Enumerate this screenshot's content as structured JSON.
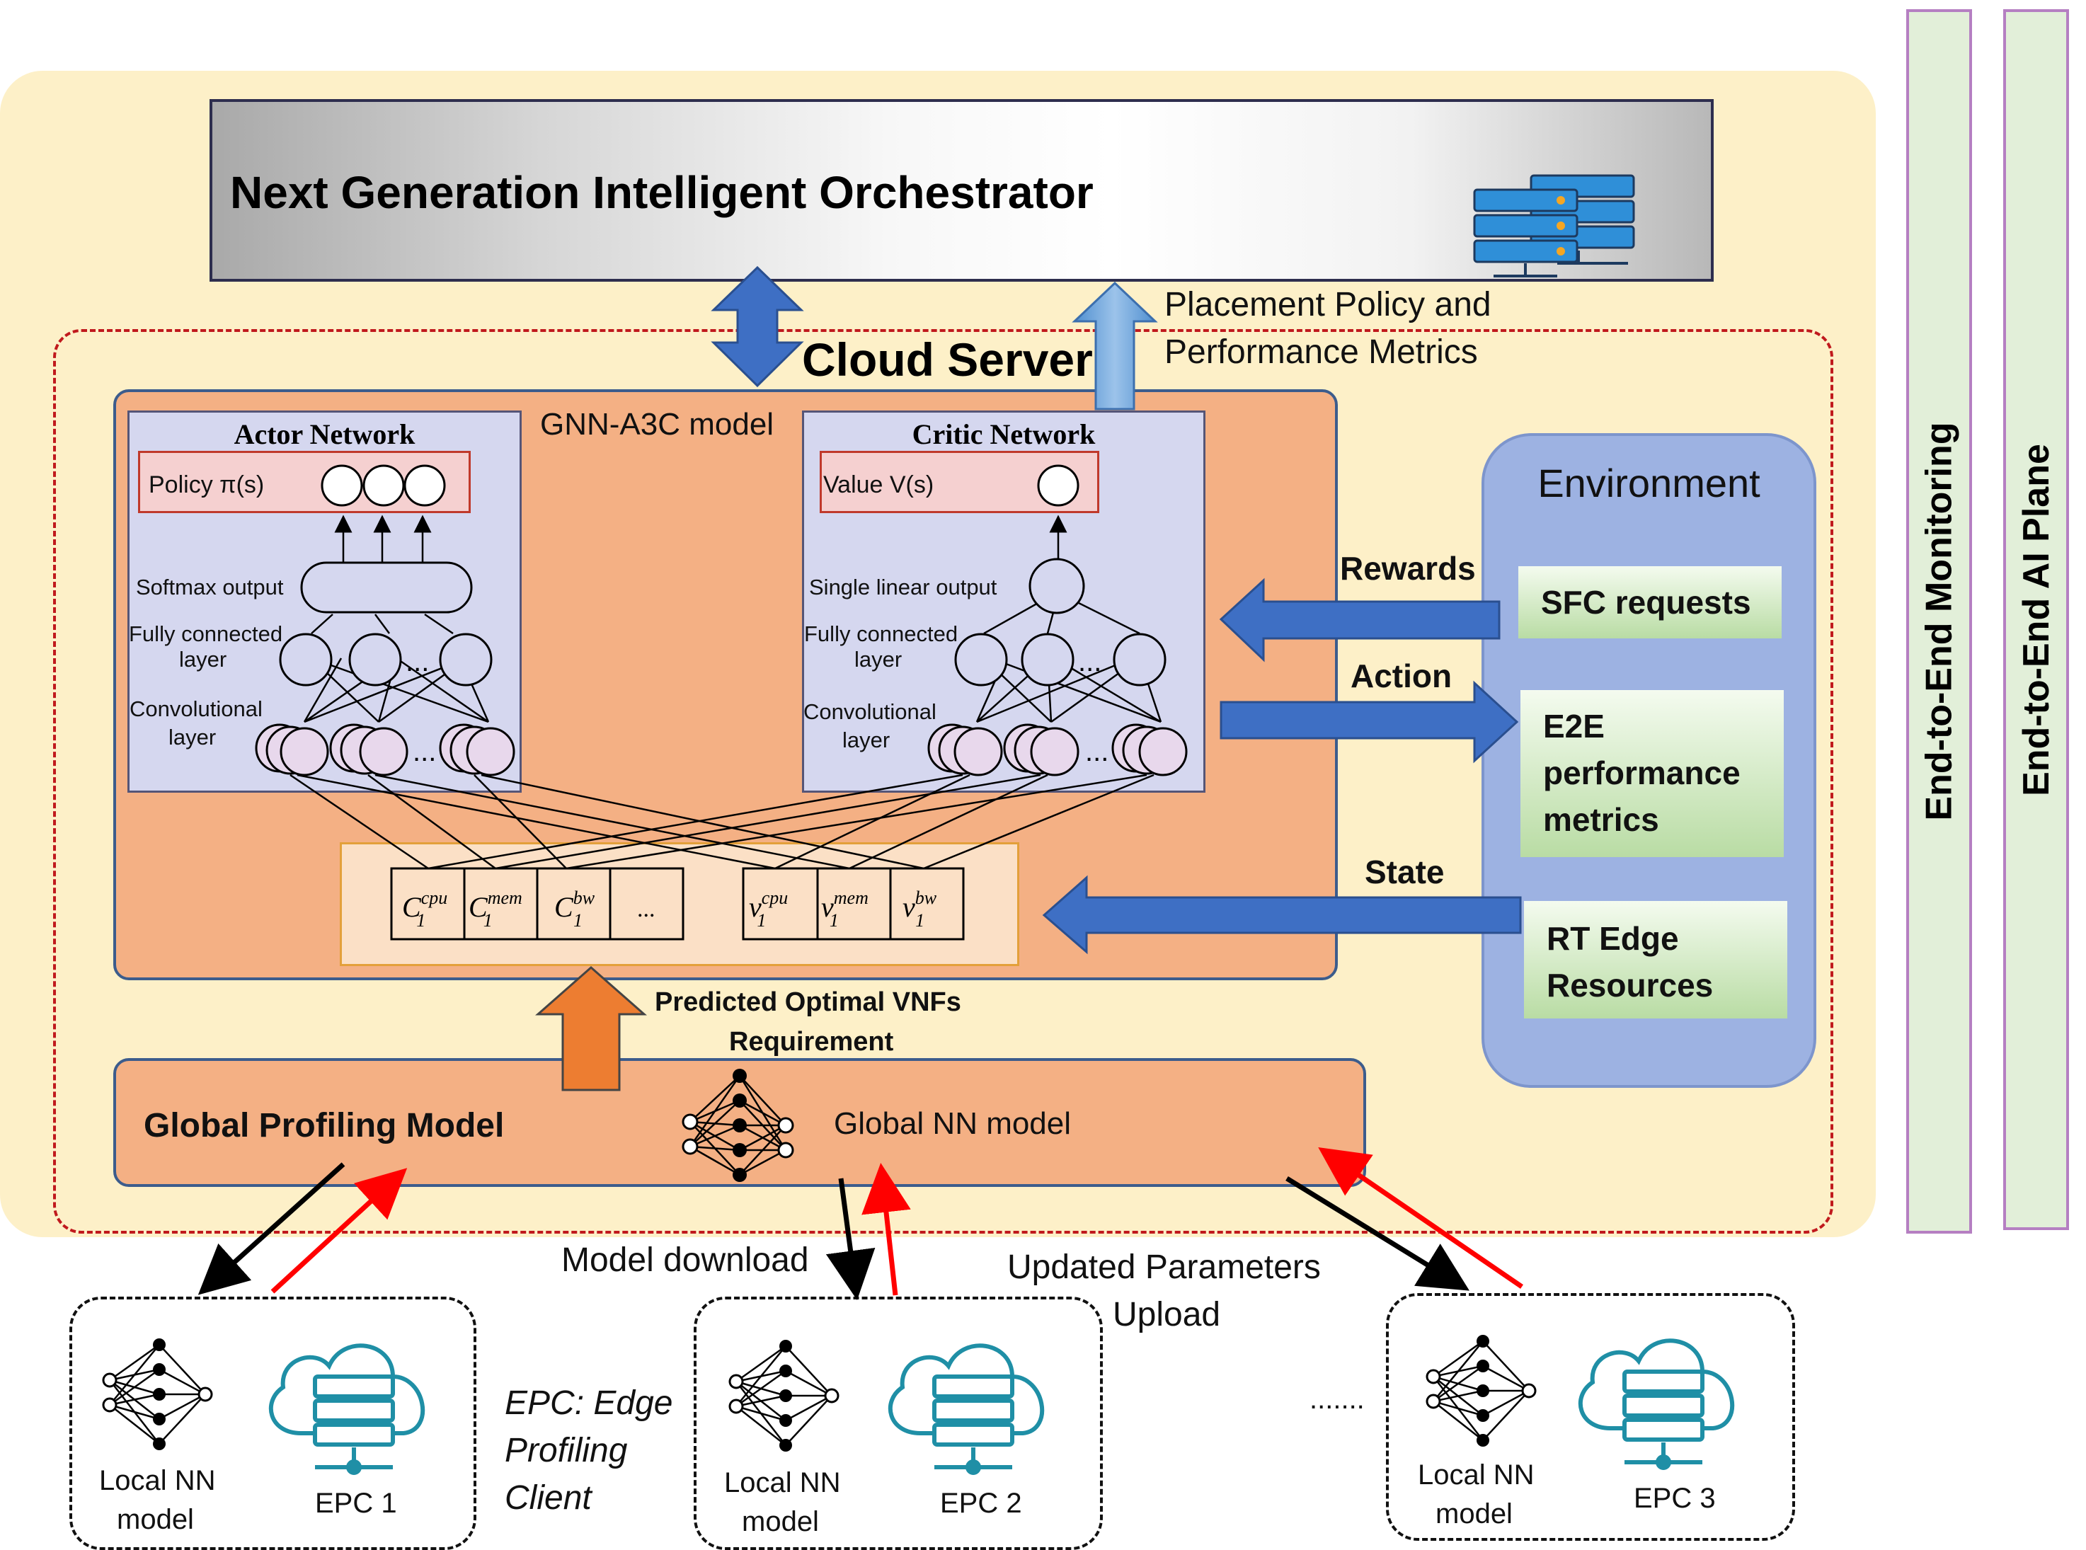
{
  "orchestrator": {
    "title": "Next Generation Intelligent Orchestrator"
  },
  "cloud_server": {
    "title": "Cloud Server"
  },
  "placement": {
    "line1": "Placement Policy and",
    "line2": "Performance Metrics"
  },
  "gnn_model": {
    "label": "GNN-A3C model",
    "actor": {
      "title": "Actor Network",
      "policy": "Policy π(s)",
      "softmax": "Softmax output",
      "fc_line1": "Fully connected",
      "fc_line2": "layer",
      "conv_line1": "Convolutional",
      "conv_line2": "layer"
    },
    "critic": {
      "title": "Critic Network",
      "value": "Value V(s)",
      "linear": "Single linear output",
      "fc_line1": "Fully connected",
      "fc_line2": "layer",
      "conv_line1": "Convolutional",
      "conv_line2": "layer"
    },
    "ellipsis": "...",
    "inputs": {
      "c_base": "C",
      "v_base": "v",
      "sub": "1",
      "cpu": "cpu",
      "mem": "mem",
      "bw": "bw",
      "more": "..."
    }
  },
  "environment": {
    "title": "Environment",
    "sfc": "SFC requests",
    "e2e_line1": "E2E",
    "e2e_line2": "performance",
    "e2e_line3": "metrics",
    "rt_line1": "RT Edge",
    "rt_line2": "Resources"
  },
  "signals": {
    "rewards": "Rewards",
    "action": "Action",
    "state": "State"
  },
  "predicted": {
    "line1": "Predicted Optimal VNFs",
    "line2": "Requirement"
  },
  "global_profiling": {
    "title": "Global Profiling Model",
    "nn": "Global NN model"
  },
  "side_bars": {
    "monitoring": "End-to-End Monitoring",
    "ai_plane": "End-to-End AI Plane"
  },
  "federated": {
    "download": "Model download",
    "upload_line1": "Updated Parameters",
    "upload_line2": "Upload"
  },
  "epc_note": {
    "line1": "EPC: Edge",
    "line2": "Profiling",
    "line3": "Client"
  },
  "clients": [
    {
      "nn_line1": "Local NN",
      "nn_line2": "model",
      "epc": "EPC 1"
    },
    {
      "nn_line1": "Local NN",
      "nn_line2": "model",
      "epc": "EPC 2"
    },
    {
      "nn_line1": "Local NN",
      "nn_line2": "model",
      "epc": "EPC 3"
    }
  ],
  "clients_ellipsis": ".......",
  "colors": {
    "panel": "#fdf0c8",
    "gnn": "#f4b084",
    "network": "#d5d7ef",
    "env": "#9db2e2",
    "arrow_blue": "#3e6fc4",
    "arrow_orange": "#ed7d31",
    "upload_red": "#ff0000",
    "dash_red": "#c0191d",
    "cloud_teal": "#1f8fa6"
  }
}
